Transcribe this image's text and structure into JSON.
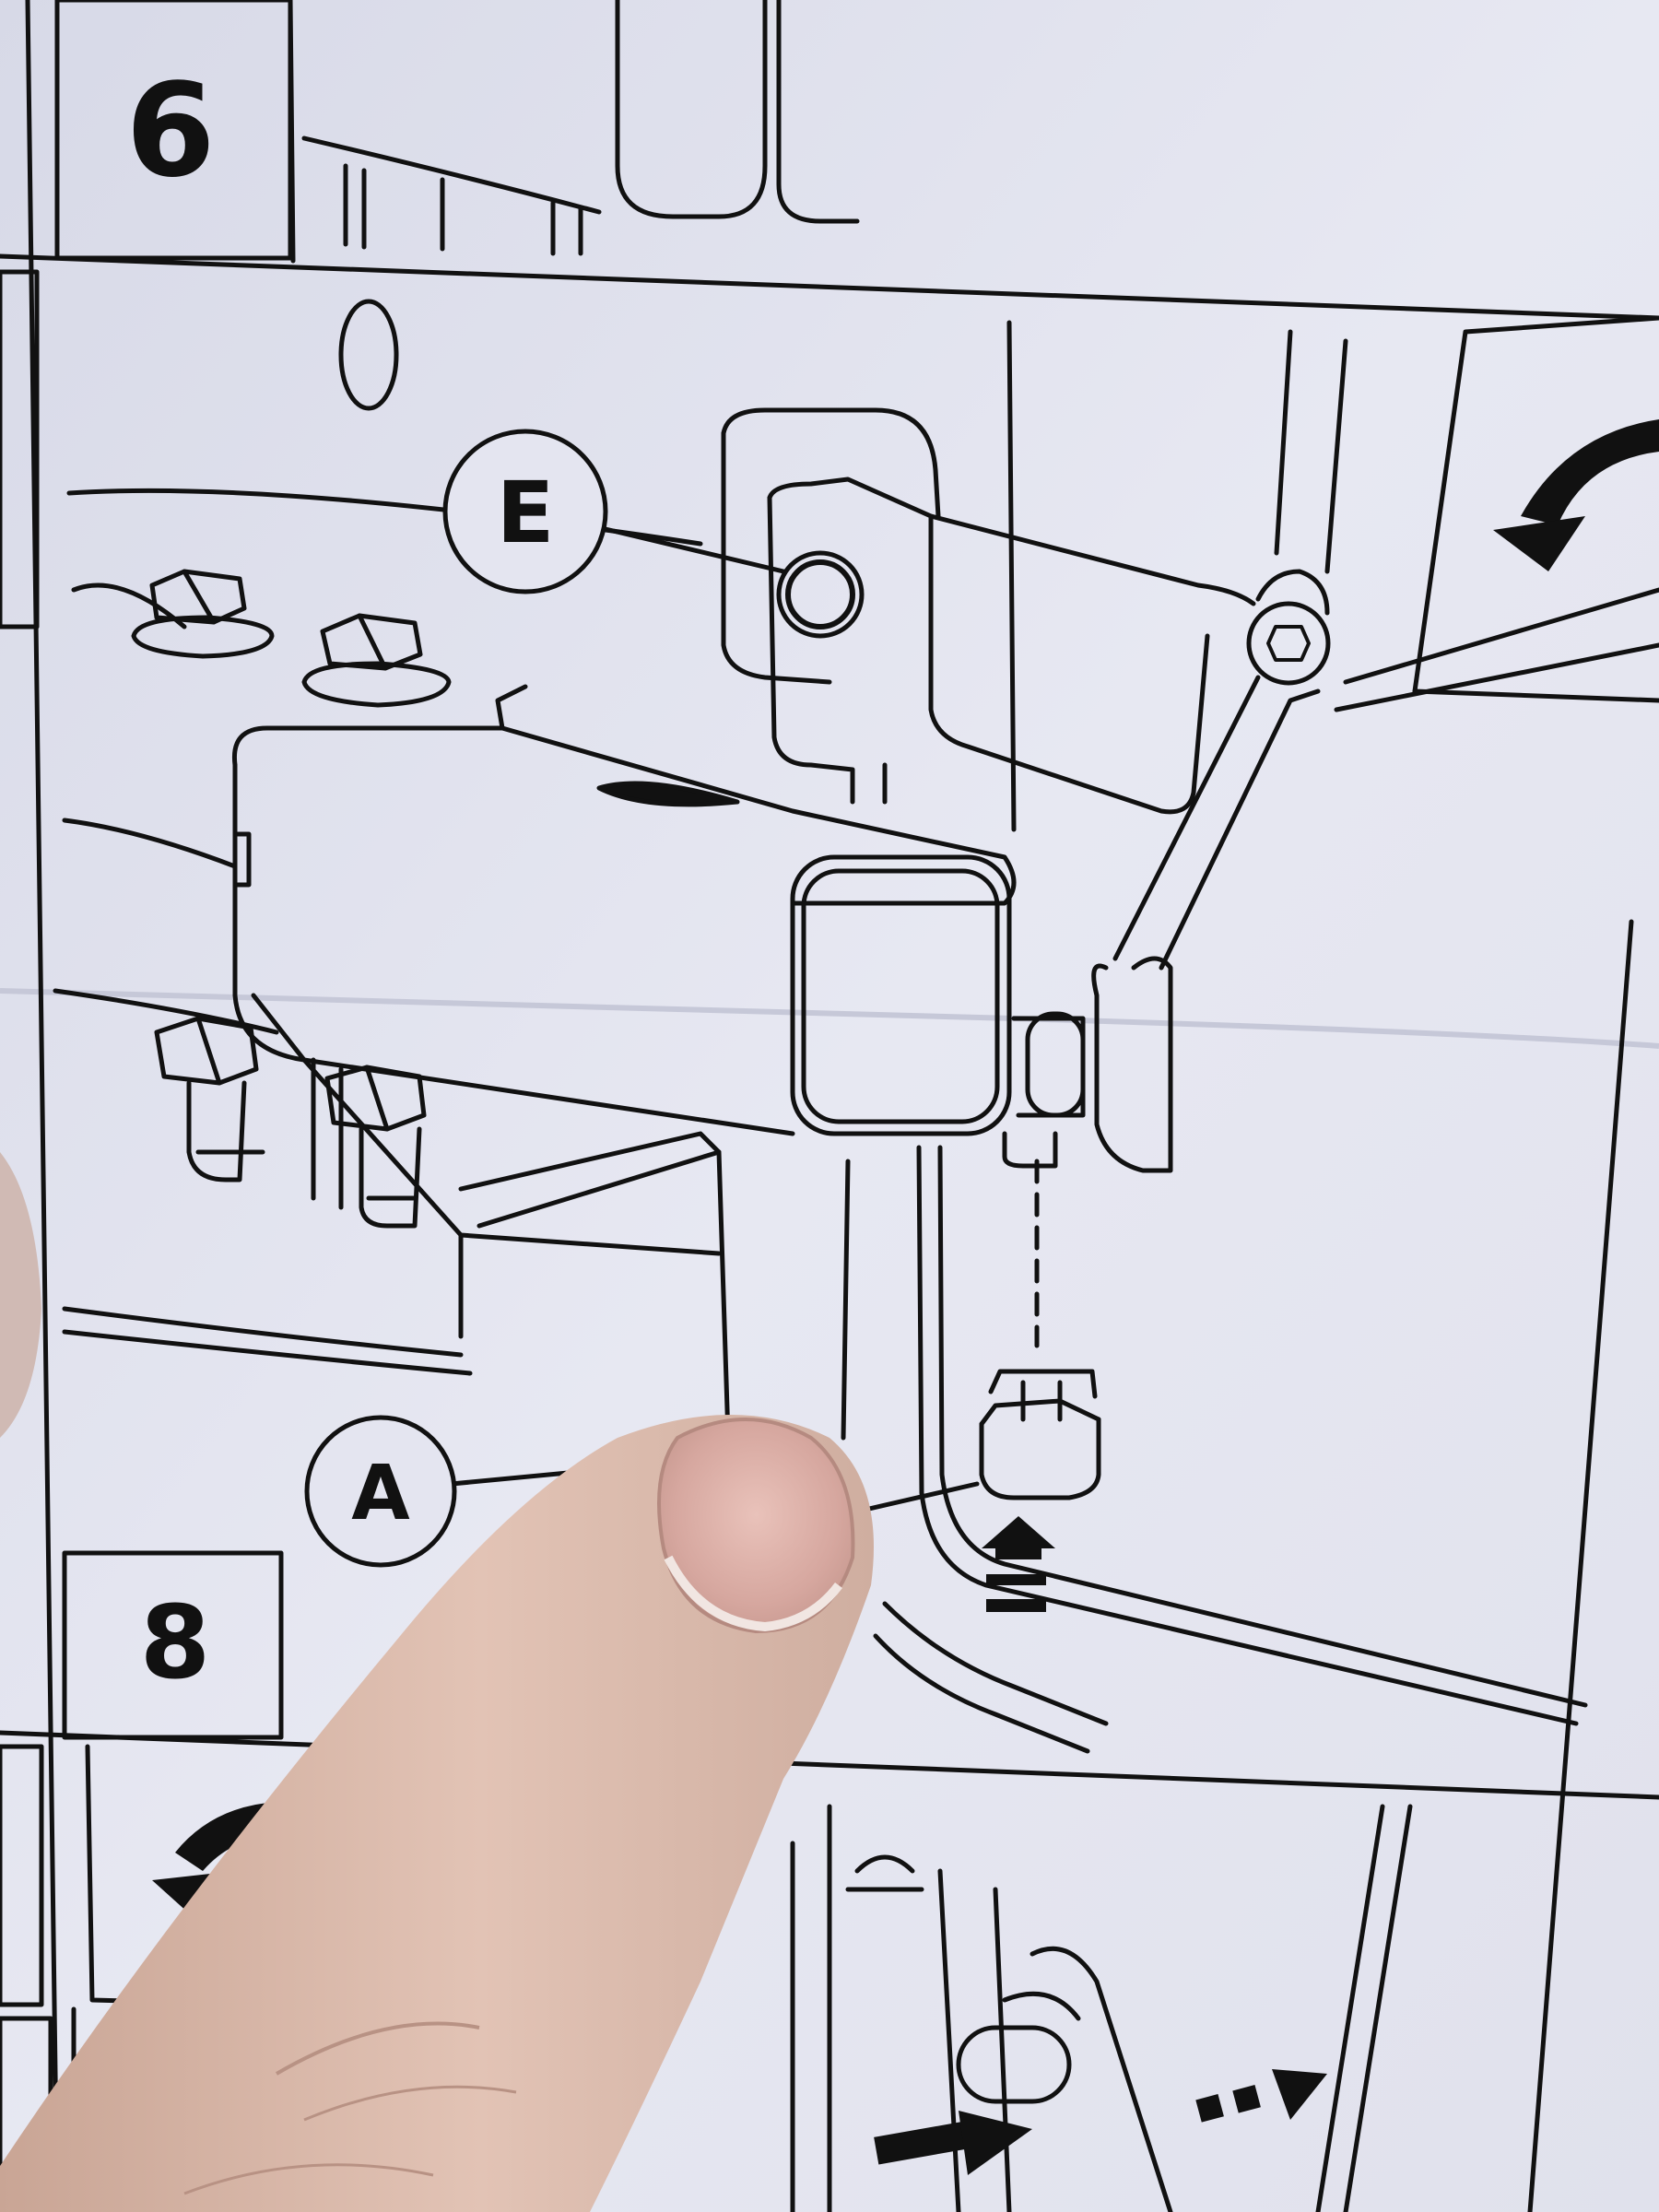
{
  "photo": {
    "subject": "instruction-sheet-diagram",
    "paper_color": "#e3e4f0",
    "ink_color": "#111111",
    "skin_color": "#d9b8a8"
  },
  "steps": {
    "top": "6",
    "bottom": "8"
  },
  "callouts": {
    "upper": "E",
    "lower": "A"
  },
  "icons": [
    "rotate-arrow-icon",
    "push-up-arrow-icon",
    "dashed-right-arrow-icon",
    "bolt-icon",
    "clip-icon"
  ]
}
